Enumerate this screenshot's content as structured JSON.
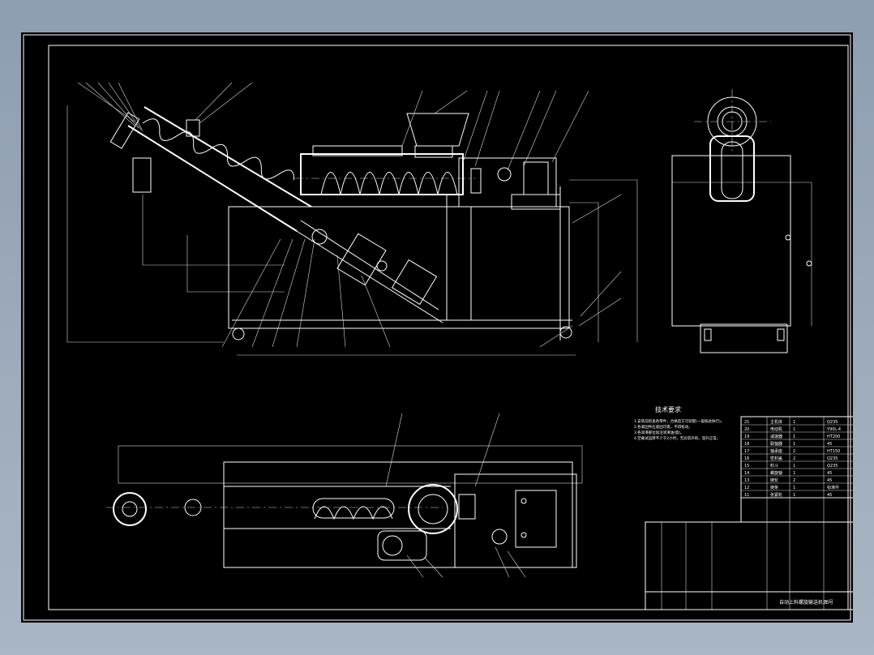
{
  "notes": {
    "title": "技术要求",
    "lines": [
      "1.安装前检查各零件，合格后方可装配(一般按此执行)。",
      "2.各紧固件应紧固可靠，不得松动。",
      "3.各润滑部位加注润滑油(脂)。",
      "4.空载试运转不少于2小时，无异常声响，温升正常。"
    ]
  },
  "title_block": {
    "drawing_name": "自动上料螺旋输送机",
    "sheet_label": "图号"
  },
  "parts_list": {
    "rows": [
      [
        "21",
        "主机体",
        "1",
        "Q235"
      ],
      [
        "20",
        "电动机",
        "1",
        "Y90L-4"
      ],
      [
        "19",
        "减速器",
        "1",
        "HT200"
      ],
      [
        "18",
        "联轴器",
        "1",
        "45"
      ],
      [
        "17",
        "轴承座",
        "2",
        "HT150"
      ],
      [
        "16",
        "密封盖",
        "2",
        "Q235"
      ],
      [
        "15",
        "料斗",
        "1",
        "Q235"
      ],
      [
        "14",
        "螺旋轴",
        "1",
        "45"
      ],
      [
        "13",
        "链轮",
        "2",
        "45"
      ],
      [
        "12",
        "链条",
        "1",
        "标准件"
      ],
      [
        "11",
        "张紧轮",
        "1",
        "45"
      ]
    ]
  },
  "colors": {
    "sheet": "#000000",
    "line": "#ffffff",
    "surround": "#9aa8b8"
  }
}
